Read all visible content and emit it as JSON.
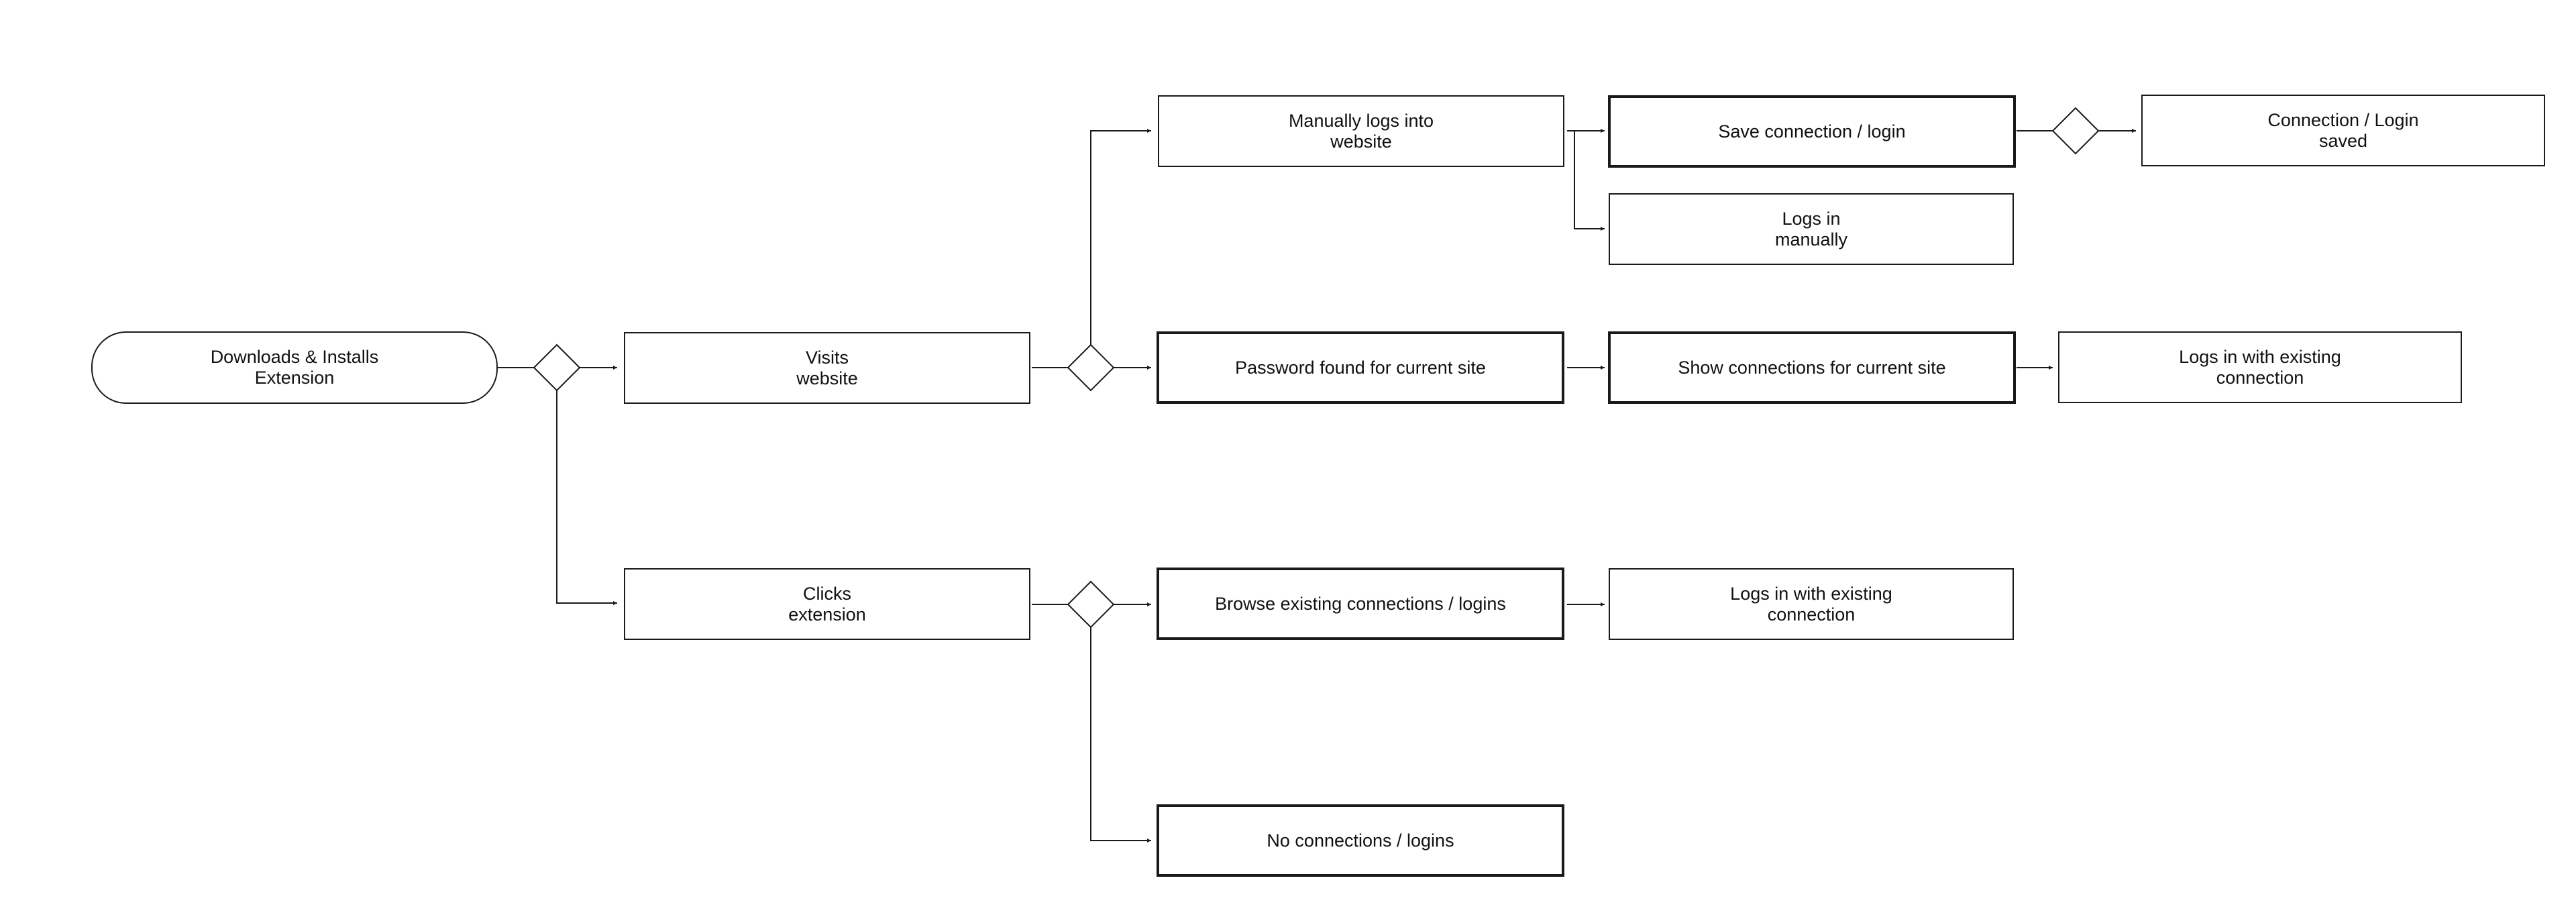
{
  "colors": {
    "background": "#ffffff",
    "stroke": "#1a1a1a",
    "text": "#111111"
  },
  "nodes": {
    "start": "Downloads & Installs\nExtension",
    "visits": "Visits\nwebsite",
    "clicks": "Clicks\nextension",
    "manual_login": "Manually logs into\nwebsite",
    "save_conn": "Save connection / login",
    "conn_saved": "Connection / Login\nsaved",
    "logs_manually": "Logs in\nmanually",
    "pwd_found": "Password found for current site",
    "show_conn": "Show connections for current site",
    "logs_existing_1": "Logs in with existing\nconnection",
    "browse": "Browse existing connections / logins",
    "logs_existing_2": "Logs in with existing\nconnection",
    "no_conn": "No connections / logins"
  }
}
